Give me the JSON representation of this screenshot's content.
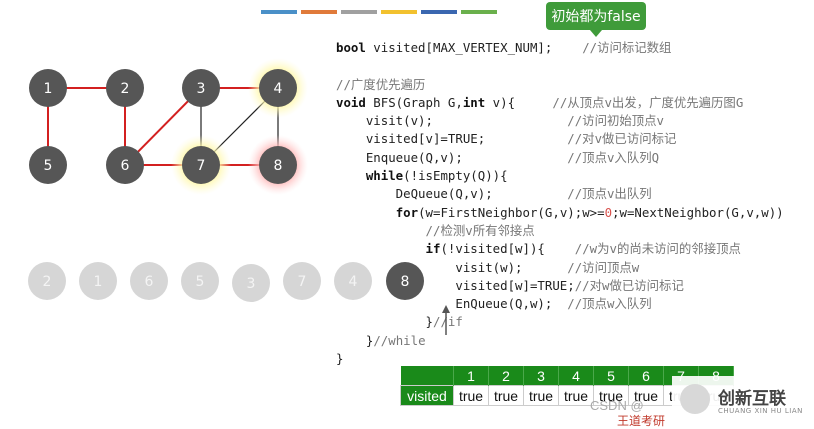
{
  "tooltip": "初始都为false",
  "color_bar": [
    "#4a90c8",
    "#e07a3a",
    "#a0a0a0",
    "#f2c12e",
    "#3a67b0",
    "#6ab04c"
  ],
  "graph": {
    "vertices": [
      "1",
      "2",
      "3",
      "4",
      "5",
      "6",
      "7",
      "8"
    ],
    "visited_highlight": [
      "4",
      "7"
    ],
    "current_highlight": "8",
    "red_edges": [
      [
        "1",
        "2"
      ],
      [
        "1",
        "5"
      ],
      [
        "2",
        "6"
      ],
      [
        "3",
        "6"
      ],
      [
        "3",
        "4"
      ],
      [
        "6",
        "7"
      ],
      [
        "7",
        "8"
      ]
    ],
    "black_edges": [
      [
        "3",
        "7"
      ],
      [
        "4",
        "7"
      ],
      [
        "4",
        "8"
      ]
    ]
  },
  "queue": {
    "items": [
      "2",
      "1",
      "6",
      "5",
      "3",
      "7",
      "4",
      "8"
    ],
    "active": "8"
  },
  "code": [
    [
      {
        "t": "bool",
        "c": "kw"
      },
      {
        "t": " visited[MAX_VERTEX_NUM];    "
      },
      {
        "t": "//访问标记数组",
        "c": "cm"
      }
    ],
    [
      {
        "t": ""
      }
    ],
    [
      {
        "t": "//广度优先遍历",
        "c": "cm"
      }
    ],
    [
      {
        "t": "void",
        "c": "kw"
      },
      {
        "t": " BFS(Graph G,"
      },
      {
        "t": "int",
        "c": "kw"
      },
      {
        "t": " v){     "
      },
      {
        "t": "//从顶点v出发，广度优先遍历图G",
        "c": "cm"
      }
    ],
    [
      {
        "t": "    visit(v);                  "
      },
      {
        "t": "//访问初始顶点v",
        "c": "cm"
      }
    ],
    [
      {
        "t": "    visited[v]=TRUE;           "
      },
      {
        "t": "//对v做已访问标记",
        "c": "cm"
      }
    ],
    [
      {
        "t": "    Enqueue(Q,v);              "
      },
      {
        "t": "//顶点v入队列Q",
        "c": "cm"
      }
    ],
    [
      {
        "t": "    "
      },
      {
        "t": "while",
        "c": "kw"
      },
      {
        "t": "(!isEmpty(Q)){"
      }
    ],
    [
      {
        "t": "        DeQueue(Q,v);          "
      },
      {
        "t": "//顶点v出队列",
        "c": "cm"
      }
    ],
    [
      {
        "t": "        "
      },
      {
        "t": "for",
        "c": "kw"
      },
      {
        "t": "(w=FirstNeighbor(G,v);w>="
      },
      {
        "t": "0",
        "c": "num"
      },
      {
        "t": ";w=NextNeighbor(G,v,w))"
      }
    ],
    [
      {
        "t": "            "
      },
      {
        "t": "//检测v所有邻接点",
        "c": "cm"
      }
    ],
    [
      {
        "t": "            "
      },
      {
        "t": "if",
        "c": "kw"
      },
      {
        "t": "(!visited[w]){    "
      },
      {
        "t": "//w为v的尚未访问的邻接顶点",
        "c": "cm"
      }
    ],
    [
      {
        "t": "                visit(w);      "
      },
      {
        "t": "//访问顶点w",
        "c": "cm"
      }
    ],
    [
      {
        "t": "                visited[w]=TRUE;"
      },
      {
        "t": "//对w做已访问标记",
        "c": "cm"
      }
    ],
    [
      {
        "t": "                EnQueue(Q,w);  "
      },
      {
        "t": "//顶点w入队列",
        "c": "cm"
      }
    ],
    [
      {
        "t": "            }"
      },
      {
        "t": "//if",
        "c": "cm"
      }
    ],
    [
      {
        "t": "    }"
      },
      {
        "t": "//while",
        "c": "cm"
      }
    ],
    [
      {
        "t": "}"
      }
    ]
  ],
  "visited_table": {
    "label": "visited",
    "indices": [
      "1",
      "2",
      "3",
      "4",
      "5",
      "6",
      "7",
      "8"
    ],
    "values": [
      "true",
      "true",
      "true",
      "true",
      "true",
      "true",
      "true",
      "true"
    ]
  },
  "watermark": {
    "csdn": "CSDN @",
    "source": "王道考研",
    "logo_name": "创新互联",
    "logo_sub": "CHUANG XIN HU LIAN"
  }
}
